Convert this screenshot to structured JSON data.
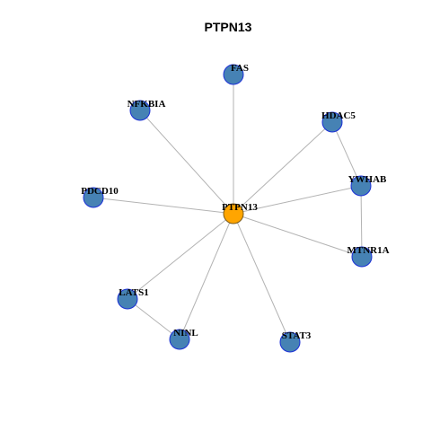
{
  "title": "PTPN13",
  "colors": {
    "hub_fill": "#ffa500",
    "hub_stroke": "#7a5a1a",
    "node_fill": "#4682b4",
    "node_stroke": "#1a2fd6",
    "edge": "#b3b3b3",
    "background": "#ffffff"
  },
  "nodes": [
    {
      "id": "PTPN13",
      "label": "PTPN13",
      "role": "hub"
    },
    {
      "id": "FAS",
      "label": "FAS",
      "role": "neighbor"
    },
    {
      "id": "NFKBIA",
      "label": "NFKBIA",
      "role": "neighbor"
    },
    {
      "id": "HDAC5",
      "label": "HDAC5",
      "role": "neighbor"
    },
    {
      "id": "YWHAB",
      "label": "YWHAB",
      "role": "neighbor"
    },
    {
      "id": "PDCD10",
      "label": "PDCD10",
      "role": "neighbor"
    },
    {
      "id": "MTNR1A",
      "label": "MTNR1A",
      "role": "neighbor"
    },
    {
      "id": "LATS1",
      "label": "LATS1",
      "role": "neighbor"
    },
    {
      "id": "NINL",
      "label": "NINL",
      "role": "neighbor"
    },
    {
      "id": "STAT3",
      "label": "STAT3",
      "role": "neighbor"
    }
  ],
  "edges": [
    {
      "source": "PTPN13",
      "target": "FAS"
    },
    {
      "source": "PTPN13",
      "target": "NFKBIA"
    },
    {
      "source": "PTPN13",
      "target": "HDAC5"
    },
    {
      "source": "PTPN13",
      "target": "YWHAB"
    },
    {
      "source": "PTPN13",
      "target": "PDCD10"
    },
    {
      "source": "PTPN13",
      "target": "MTNR1A"
    },
    {
      "source": "PTPN13",
      "target": "LATS1"
    },
    {
      "source": "PTPN13",
      "target": "NINL"
    },
    {
      "source": "PTPN13",
      "target": "STAT3"
    },
    {
      "source": "HDAC5",
      "target": "YWHAB"
    },
    {
      "source": "YWHAB",
      "target": "MTNR1A"
    },
    {
      "source": "LATS1",
      "target": "NINL"
    }
  ]
}
